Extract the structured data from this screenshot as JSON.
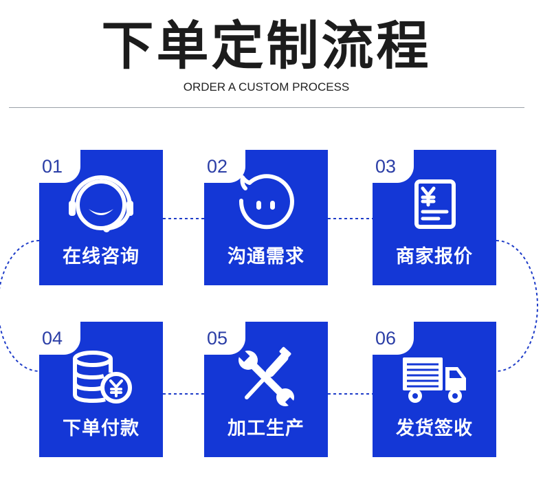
{
  "header": {
    "title": "下单定制流程",
    "subtitle": "ORDER A CUSTOM PROCESS"
  },
  "colors": {
    "card_blue": "#1437d6",
    "number_blue": "#2b3ea6",
    "connector_blue": "#1e3cc8",
    "title_dark": "#1c1c1c"
  },
  "steps": [
    {
      "number": "01",
      "label": "在线咨询",
      "icon": "headset-icon"
    },
    {
      "number": "02",
      "label": "沟通需求",
      "icon": "chat-face-icon"
    },
    {
      "number": "03",
      "label": "商家报价",
      "icon": "quote-document-icon"
    },
    {
      "number": "04",
      "label": "下单付款",
      "icon": "coins-payment-icon"
    },
    {
      "number": "05",
      "label": "加工生产",
      "icon": "wrench-screwdriver-icon"
    },
    {
      "number": "06",
      "label": "发货签收",
      "icon": "delivery-truck-icon"
    }
  ]
}
